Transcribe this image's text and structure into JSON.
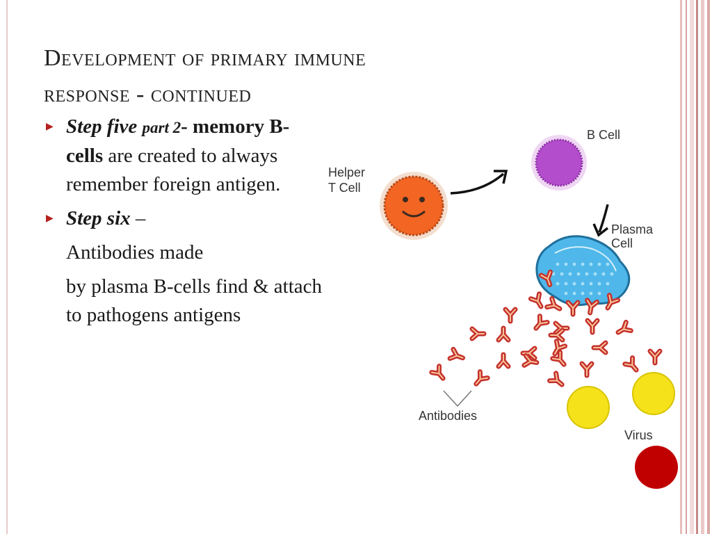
{
  "slide": {
    "title_line1": "Development of primary immune",
    "title_line2": "response - continued",
    "bullets": [
      {
        "lead": "Step five",
        "lead_small": "part 2",
        "dash": "-",
        "bold_phrase": "memory B-cells",
        "rest": " are created to always remember foreign antigen."
      },
      {
        "lead": "Step six",
        "dash": " –",
        "paragraphs": [
          "Antibodies made",
          "by plasma B-cells find & attach to pathogens antigens"
        ]
      }
    ]
  },
  "figure": {
    "labels": {
      "helper_line1": "Helper",
      "helper_line2": "T Cell",
      "b_cell": "B Cell",
      "plasma_line1": "Plasma",
      "plasma_line2": "Cell",
      "antibodies": "Antibodies",
      "virus": "Virus"
    },
    "colors": {
      "t_cell": "#f26522",
      "b_cell": "#b34dcc",
      "plasma": "#6fc8ef",
      "antibody": "#c5302b",
      "virus": "#f5e21b"
    }
  },
  "theme": {
    "accent": "#b5211d",
    "stripe": "#d9a7a7"
  }
}
